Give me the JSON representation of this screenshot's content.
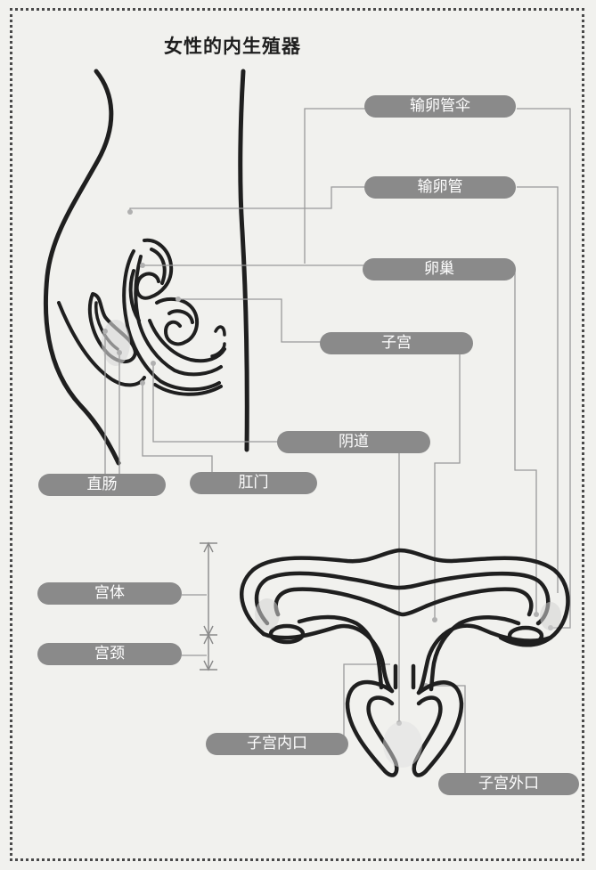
{
  "title": "女性的内生殖器",
  "labels": {
    "fimbria": "输卵管伞",
    "fallopian_tube": "输卵管",
    "ovary": "卵巢",
    "uterus": "子宫",
    "vagina": "阴道",
    "rectum": "直肠",
    "anus": "肛门",
    "uterine_body": "宫体",
    "cervix": "宫颈",
    "internal_os": "子宫内口",
    "external_os": "子宫外口"
  },
  "colors": {
    "pill": "#8a8a8a",
    "line": "#9a9a9a",
    "stroke": "#1f1f1f",
    "background": "#f1f1ee"
  }
}
